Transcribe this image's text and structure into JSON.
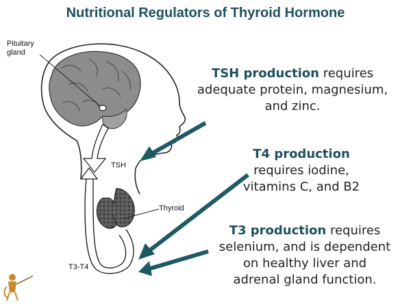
{
  "title": "Nutritional Regulators of Thyroid Hormone",
  "labels": {
    "pituitary_line1": "Pituitary",
    "pituitary_line2": "gland",
    "tsh": "TSH",
    "thyroid": "Thyroid",
    "t3t4": "T3-T4"
  },
  "blocks": {
    "tsh": {
      "heading": "TSH production",
      "line1_rest": " requires",
      "line2": "adequate protein, magnesium,",
      "line3": "and zinc."
    },
    "t4": {
      "heading": "T4 production",
      "line2": "requires iodine,",
      "line3": "vitamins C, and B2"
    },
    "t3": {
      "heading": "T3 production",
      "line1_rest": " requires",
      "line2": "selenium, and is dependent",
      "line3": "on healthy liver and",
      "line4": "adrenal gland function."
    }
  },
  "colors": {
    "title": "#1e4f5d",
    "arrow": "#1e5a63",
    "heading": "#1e4f5d",
    "body_text": "#222222"
  }
}
